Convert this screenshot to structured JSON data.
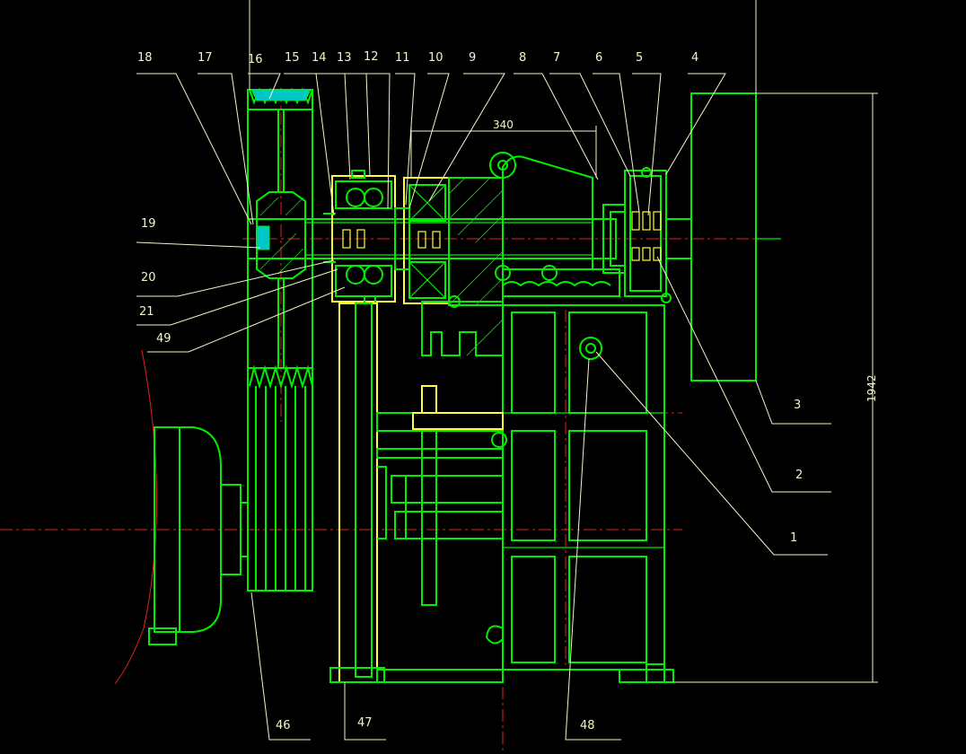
{
  "drawing": {
    "dimensions": {
      "width_label": "340",
      "height_label": "1942"
    },
    "labels": {
      "n1": "1",
      "n2": "2",
      "n3": "3",
      "n4": "4",
      "n5": "5",
      "n6": "6",
      "n7": "7",
      "n8": "8",
      "n9": "9",
      "n10": "10",
      "n11": "11",
      "n12": "12",
      "n13": "13",
      "n14": "14",
      "n15": "15",
      "n16": "16",
      "n17": "17",
      "n18": "18",
      "n19": "19",
      "n20": "20",
      "n21": "21",
      "n46": "46",
      "n47": "47",
      "n48": "48",
      "n49": "49"
    },
    "colors": {
      "outline": "#00ee00",
      "detail": "#ffff33",
      "centerline": "#e02020",
      "text": "#f4f4c8",
      "background": "#000000"
    }
  }
}
